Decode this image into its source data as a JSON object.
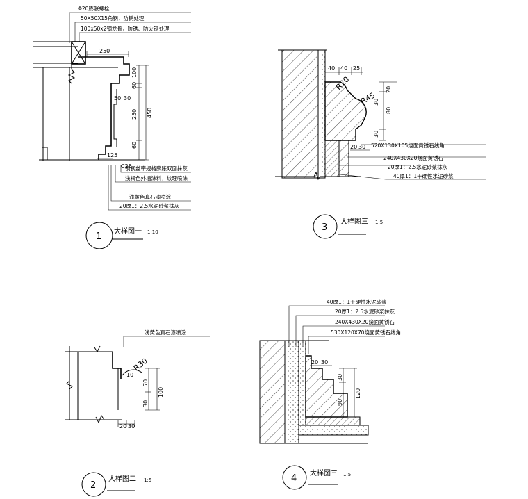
{
  "d1": {
    "num": "1",
    "title": "大样图一",
    "scale": "1:10",
    "anno": [
      "Φ20膨胀螺栓",
      "50X50X15角钢，防锈处理",
      "100x50x2钢龙骨，防锈、防火钢处理",
      "钢钢丝带规格膨胀双面抹灰",
      "浅褐色外墙涂料，纹理喷涂",
      "浅黄色真石漆喷涂",
      "20厚1：2.5水泥砂浆抹灰"
    ],
    "dims": [
      "250",
      "100",
      "450",
      "60",
      "250",
      "60",
      "50",
      "30",
      "125",
      "C25"
    ]
  },
  "d2": {
    "num": "2",
    "title": "大样图二",
    "scale": "1:5",
    "anno": [
      "浅黄色真石漆喷涂"
    ],
    "dims": [
      "R30",
      "10",
      "70",
      "100",
      "30",
      "20",
      "30"
    ]
  },
  "d3": {
    "num": "3",
    "title": "大样图三",
    "scale": "1:5",
    "anno": [
      "520X130X105烧面黄锈石线角",
      "240X430X20烧面黄锈石",
      "20厚1：2.5水泥砂浆抹灰",
      "40厚1：1干硬性水泥砂浆"
    ],
    "dims": [
      "40",
      "40",
      "25",
      "R20",
      "R45",
      "20",
      "30",
      "80",
      "30",
      "20",
      "30"
    ]
  },
  "d4": {
    "num": "4",
    "title": "大样图三",
    "scale": "1:5",
    "anno": [
      "40厚1：1干硬性水泥砂浆",
      "20厚1：2.5水泥砂浆抹灰",
      "240X430X20烧面黄锈石",
      "530X120X70烧面黄锈石线角"
    ],
    "dims": [
      "20",
      "30",
      "30",
      "90",
      "120"
    ]
  }
}
